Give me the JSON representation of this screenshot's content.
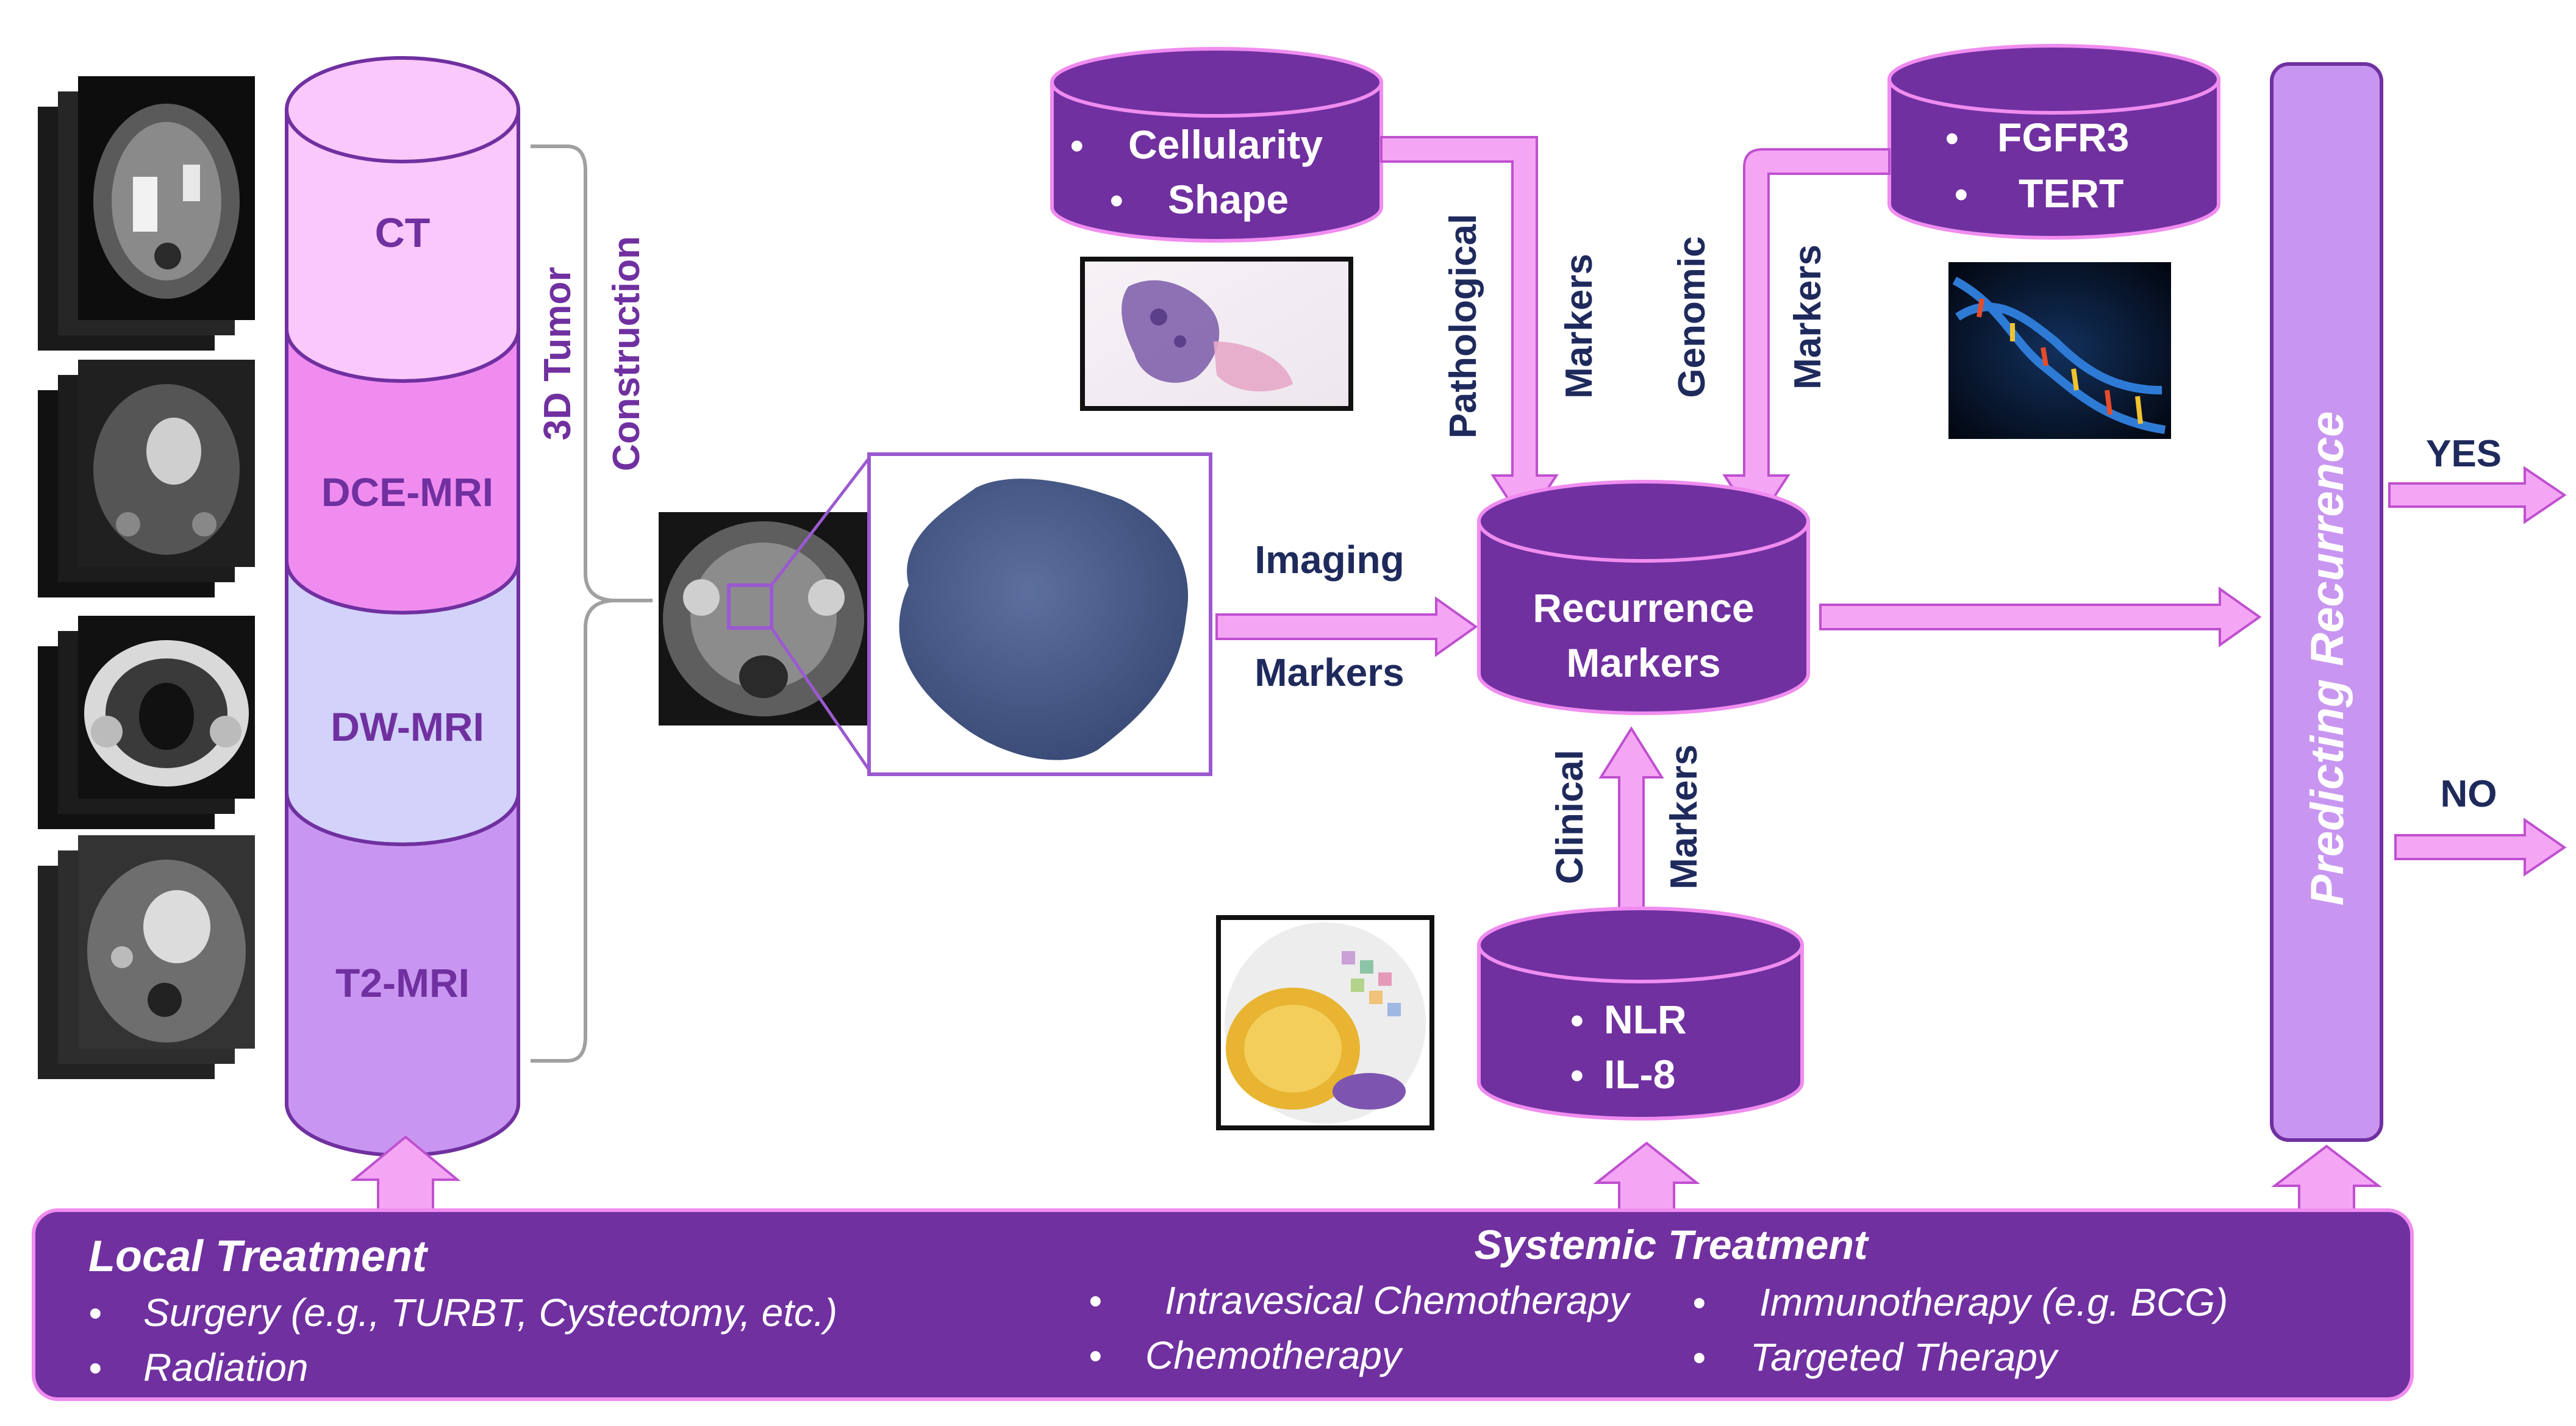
{
  "modalities": {
    "ct": "CT",
    "dce": "DCE-MRI",
    "dw": "DW-MRI",
    "t2": "T2-MRI"
  },
  "reconstruction": {
    "line1": "3D Tumor",
    "line2": "Construction"
  },
  "imaging_markers": {
    "line1": "Imaging",
    "line2": "Markers"
  },
  "pathological": {
    "items": [
      "Cellularity",
      "Shape"
    ],
    "label1": "Pathological",
    "label2": "Markers"
  },
  "genomic": {
    "items": [
      "FGFR3",
      "TERT"
    ],
    "label1": "Genomic",
    "label2": "Markers"
  },
  "recurrence": {
    "line1": "Recurrence",
    "line2": "Markers"
  },
  "clinical": {
    "items": [
      "NLR",
      "IL-8"
    ],
    "label1": "Clinical",
    "label2": "Markers"
  },
  "prediction": {
    "label": "Predicting Recurrence",
    "yes": "YES",
    "no": "NO"
  },
  "treatment": {
    "local_title": "Local Treatment",
    "local_items": [
      "Surgery (e.g., TURBT, Cystectomy, etc.)",
      "Radiation"
    ],
    "systemic_title": "Systemic Treatment",
    "systemic_col1": [
      "Intravesical Chemotherapy",
      "Chemotherapy"
    ],
    "systemic_col2": [
      "Immunotherapy (e.g. BCG)",
      "Targeted Therapy"
    ]
  },
  "bullet": "•",
  "colors": {
    "purple_dark": "#7030A0",
    "pink_arrow": "#F4A6F4",
    "ct_light": "#FAC8FA",
    "dce_pink": "#F08CF0",
    "dw_lavender": "#D2D2FA",
    "t2_violet": "#C896F0",
    "navy_text": "#1F2A5C",
    "tumor_blue": "#4A5D8E"
  }
}
